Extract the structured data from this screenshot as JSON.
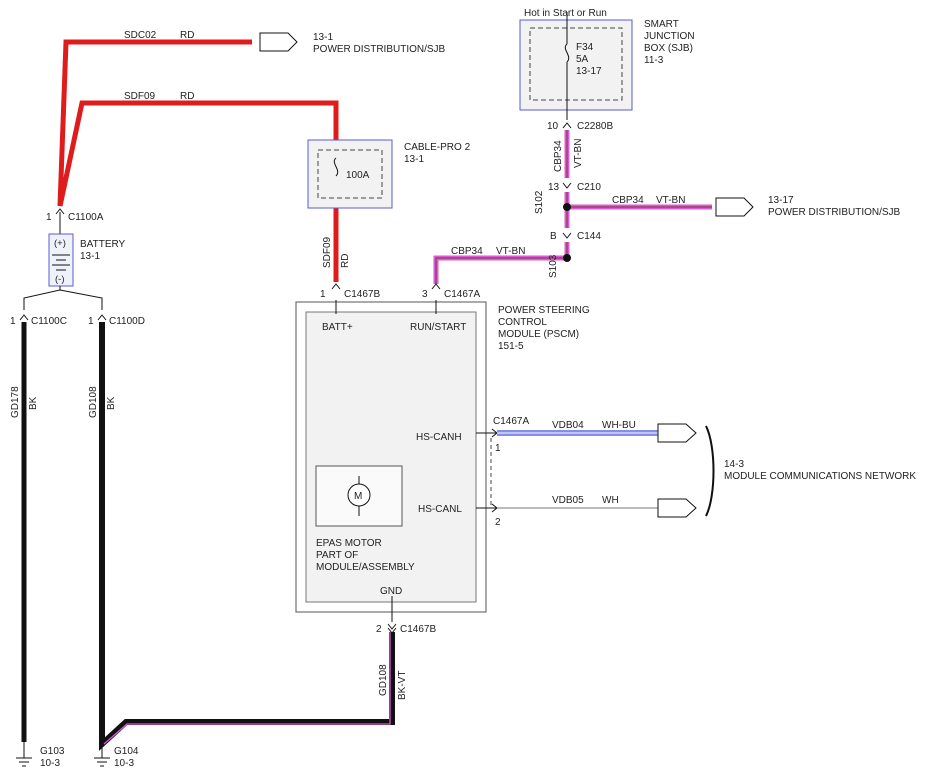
{
  "colors": {
    "red": "#e01b1b",
    "black": "#111111",
    "violet": "#d95ad9",
    "white_blue": "#3b4bd6",
    "box_border": "#5b5bd6",
    "module_fill": "#f2f2f2",
    "gray_line": "#777777"
  },
  "wires": {
    "sdc02": "SDC02",
    "sdc02_color": "RD",
    "sdf09_top": "SDF09",
    "sdf09_top_color": "RD",
    "sdf09_v": "SDF09",
    "sdf09_v_color": "RD",
    "cbp34_v": "CBP34",
    "cbp34_v_color": "VT-BN",
    "cbp34_right": "CBP34",
    "cbp34_right_color": "VT-BN",
    "cbp34_left": "CBP34",
    "cbp34_left_color": "VT-BN",
    "gd178": "GD178",
    "gd178_color": "BK",
    "gd108_l": "GD108",
    "gd108_l_color": "BK",
    "gd108_b": "GD108",
    "gd108_b_color": "BK-VT",
    "vdb04": "VDB04",
    "vdb04_color": "WH-BU",
    "vdb05": "VDB05",
    "vdb05_color": "WH"
  },
  "connectors": {
    "c1100a_pin": "1",
    "c1100a": "C1100A",
    "c1100c_pin": "1",
    "c1100c": "C1100C",
    "c1100d_pin": "1",
    "c1100d": "C1100D",
    "c1467b_top_pin": "1",
    "c1467b_top": "C1467B",
    "c1467a_top_pin": "3",
    "c1467a_top": "C1467A",
    "c2280b_pin": "10",
    "c2280b": "C2280B",
    "c210_pin": "13",
    "c210": "C210",
    "c144_pin": "B",
    "c144": "C144",
    "c1467a_right": "C1467A",
    "pin1": "1",
    "pin2": "2",
    "c1467b_bot_pin": "2",
    "c1467b_bot": "C1467B"
  },
  "splices": {
    "s102": "S102",
    "s103": "S103"
  },
  "references": {
    "top_arrow_ref": "13-1",
    "top_arrow_label": "POWER DISTRIBUTION/SJB",
    "right_arrow_ref": "13-17",
    "right_arrow_label": "POWER DISTRIBUTION/SJB",
    "network_ref": "14-3",
    "network_label": "MODULE COMMUNICATIONS NETWORK"
  },
  "components": {
    "battery_label": "BATTERY",
    "battery_ref": "13-1",
    "battery_plus": "(+)",
    "battery_minus": "(-)",
    "cablepro_label": "CABLE-PRO 2",
    "cablepro_ref": "13-1",
    "cablepro_fuse": "100A",
    "sjb_hot": "Hot in Start or Run",
    "sjb_label1": "SMART",
    "sjb_label2": "JUNCTION",
    "sjb_label3": "BOX (SJB)",
    "sjb_ref": "11-3",
    "fuse_name": "F34",
    "fuse_rating": "5A",
    "fuse_ref": "13-17",
    "pscm_label1": "POWER STEERING",
    "pscm_label2": "CONTROL",
    "pscm_label3": "MODULE (PSCM)",
    "pscm_ref": "151-5",
    "pin_batt": "BATT+",
    "pin_run": "RUN/START",
    "pin_canh": "HS-CANH",
    "pin_canl": "HS-CANL",
    "pin_gnd": "GND",
    "motor_symbol": "M",
    "epas1": "EPAS MOTOR",
    "epas2": "PART OF",
    "epas3": "MODULE/ASSEMBLY"
  },
  "grounds": {
    "g103": "G103",
    "g103_ref": "10-3",
    "g104": "G104",
    "g104_ref": "10-3"
  }
}
